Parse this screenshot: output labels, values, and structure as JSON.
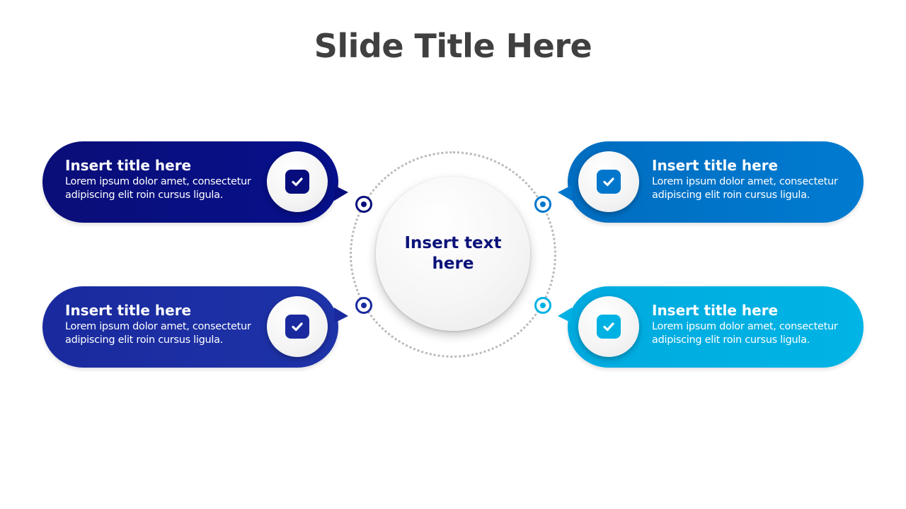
{
  "slide": {
    "title": "Slide Title Here"
  },
  "center": {
    "text": "Insert text here"
  },
  "colors": {
    "navy": "#070d7c",
    "indigo": "#1a2a9e",
    "blue": "#0077cc",
    "cyan": "#00b2e3",
    "ring": "#b9b9b9",
    "center_text": "#0b1279",
    "title_text": "#404040"
  },
  "items": [
    {
      "title": "Insert title here",
      "body": "Lorem ipsum dolor amet, consectetur adipiscing elit roin cursus ligula.",
      "icon": "check-icon",
      "color": "#070d7c"
    },
    {
      "title": "Insert title here",
      "body": "Lorem ipsum dolor amet, consectetur adipiscing elit roin cursus ligula.",
      "icon": "check-icon",
      "color": "#0077cc"
    },
    {
      "title": "Insert title here",
      "body": "Lorem ipsum dolor amet, consectetur adipiscing elit roin cursus ligula.",
      "icon": "check-icon",
      "color": "#1a2a9e"
    },
    {
      "title": "Insert title here",
      "body": "Lorem ipsum dolor amet, consectetur adipiscing elit roin cursus ligula.",
      "icon": "check-icon",
      "color": "#00b2e3"
    }
  ]
}
